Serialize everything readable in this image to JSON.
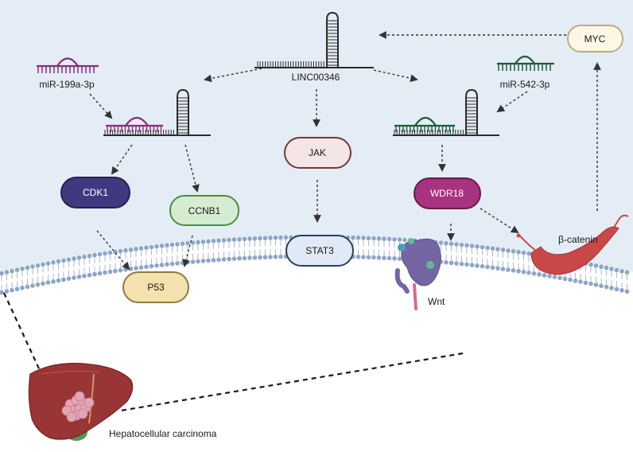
{
  "colors": {
    "cell_bg": "#e4edf6",
    "membrane_dot": "#8da6c6",
    "membrane_line": "#a9bad3",
    "arrow": "#333333",
    "rna_backbone": "#2b2b2b",
    "mir199_color": "#8a2c7a",
    "mir542_color": "#1f5a38",
    "liver": "#9a3535",
    "tumor": "#e3a5b4",
    "gallbladder": "#4f9a55",
    "catenin": "#c94848",
    "wnt_body": "#7565a3"
  },
  "nodes": {
    "lnc": "LINC00346",
    "mir199": "miR-199a-3p",
    "mir542": "miR-542-3p",
    "cdk1": {
      "label": "CDK1",
      "fill": "#3f3a80",
      "stroke": "#25224f",
      "text_color": "#ffffff"
    },
    "ccnb1": {
      "label": "CCNB1",
      "fill": "#d6ecd0",
      "stroke": "#4d8e44",
      "text_color": "#1a1a1a"
    },
    "p53": {
      "label": "P53",
      "fill": "#f3e2ad",
      "stroke": "#8e7b3c",
      "text_color": "#1a1a1a"
    },
    "jak": {
      "label": "JAK",
      "fill": "#f4e6e6",
      "stroke": "#6e3a3a",
      "text_color": "#1a1a1a"
    },
    "stat3": {
      "label": "STAT3",
      "fill": "#dfeaf6",
      "stroke": "#2a3f5b",
      "text_color": "#1a1a1a"
    },
    "wdr18": {
      "label": "WDR18",
      "fill": "#a8337f",
      "stroke": "#6a1a4f",
      "text_color": "#ffffff"
    },
    "myc": {
      "label": "MYC",
      "fill": "#fdf7e4",
      "stroke": "#b9ad84",
      "text_color": "#1a1a1a"
    }
  },
  "labels": {
    "beta_catenin": "β-catenin",
    "wnt": "Wnt",
    "hcc": "Hepatocellular carcinoma"
  }
}
